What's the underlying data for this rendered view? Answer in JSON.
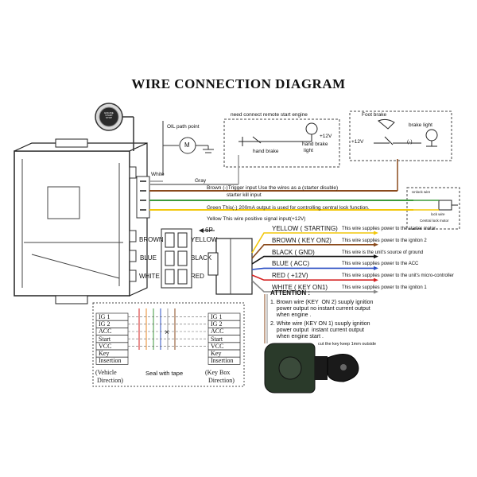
{
  "title": "WIRE CONNECTION DIAGRAM",
  "push_button": {
    "line1": "ENGINE",
    "line2": "START",
    "line3": "STOP"
  },
  "oil_path": {
    "label": "OIL path point",
    "motor_symbol": "M"
  },
  "remote_box": {
    "heading": "need connect remote start engine",
    "hand_brake": "hand brake",
    "hand_brake_light_1": "hand brake",
    "hand_brake_light_2": "light",
    "plus12": "+12V"
  },
  "foot_box": {
    "heading": "Foot brake",
    "brake_light": "brake light",
    "plus12": "+12V",
    "minus": "(-)"
  },
  "unlock": {
    "unlock_wire": "Unlock wire",
    "lock_wire": "lock wire",
    "motor": "Central lock motor"
  },
  "left_wires": {
    "white": "White",
    "gray": "Gray",
    "brown": "Brown  (-)Trigger input Use the wires as a (starter disuble)",
    "brown_2": "starter kill input",
    "green": "Green  This(-) 200mA output is used for controlling central lock function.",
    "yellow": "Yellow This wire positive signal input(+12V)"
  },
  "connector_6p": {
    "label": "6P",
    "left": [
      "BROWN",
      "BLUE",
      "WHITE"
    ],
    "right": [
      "YELLOW",
      "BLACK",
      "RED"
    ]
  },
  "wires": [
    {
      "name": "YELLOW ( STARTING)",
      "desc": "This wire supplies power to the starter motor",
      "color": "#f2c70a"
    },
    {
      "name": "BROWN ( KEY ON2)",
      "desc": "This wire supplies power to the igniton 2",
      "color": "#8a4a1c"
    },
    {
      "name": "BLACK ( GND)",
      "desc": "This wire is the unit's source of ground",
      "color": "#111111"
    },
    {
      "name": "BLUE  ( ACC)",
      "desc": "This wire supplies power to the ACC",
      "color": "#2b4fc4"
    },
    {
      "name": "RED  ( +12V)",
      "desc": "This wire supplies power to the unit's micro-controller",
      "color": "#d42020"
    },
    {
      "name": "WHITE ( KEY ON1)",
      "desc": "This wire supplies power to the igniton 1",
      "color": "#888888"
    }
  ],
  "attention": {
    "heading": "ATTENTION :",
    "note1": "1. Brown wire (KEY  ON 2) suuply ignition\n    power output no instant current output\n    when engine .",
    "note2": "2. White wire (KEY ON 1) suuply ignition\n    power output  instant current output\n    when engine start ."
  },
  "key_note": "cut the key keep 1mm outside",
  "table": {
    "rows": [
      "IG 1",
      "IG 2",
      "ACC",
      "Start",
      "VCC",
      "Key",
      "Insertion"
    ],
    "left_caption_1": "(Vehicle",
    "left_caption_2": "Direction)",
    "seal": "Seal with tape",
    "right_caption_1": "(Key Box",
    "right_caption_2": "Direction)",
    "cross": "×"
  },
  "colors": {
    "yellow": "#f2c70a",
    "brown": "#8a4a1c",
    "green": "#3c9a3c",
    "gray": "#9a9a9a",
    "blue": "#2b4fc4",
    "red": "#d42020",
    "orange": "#e8882a"
  }
}
